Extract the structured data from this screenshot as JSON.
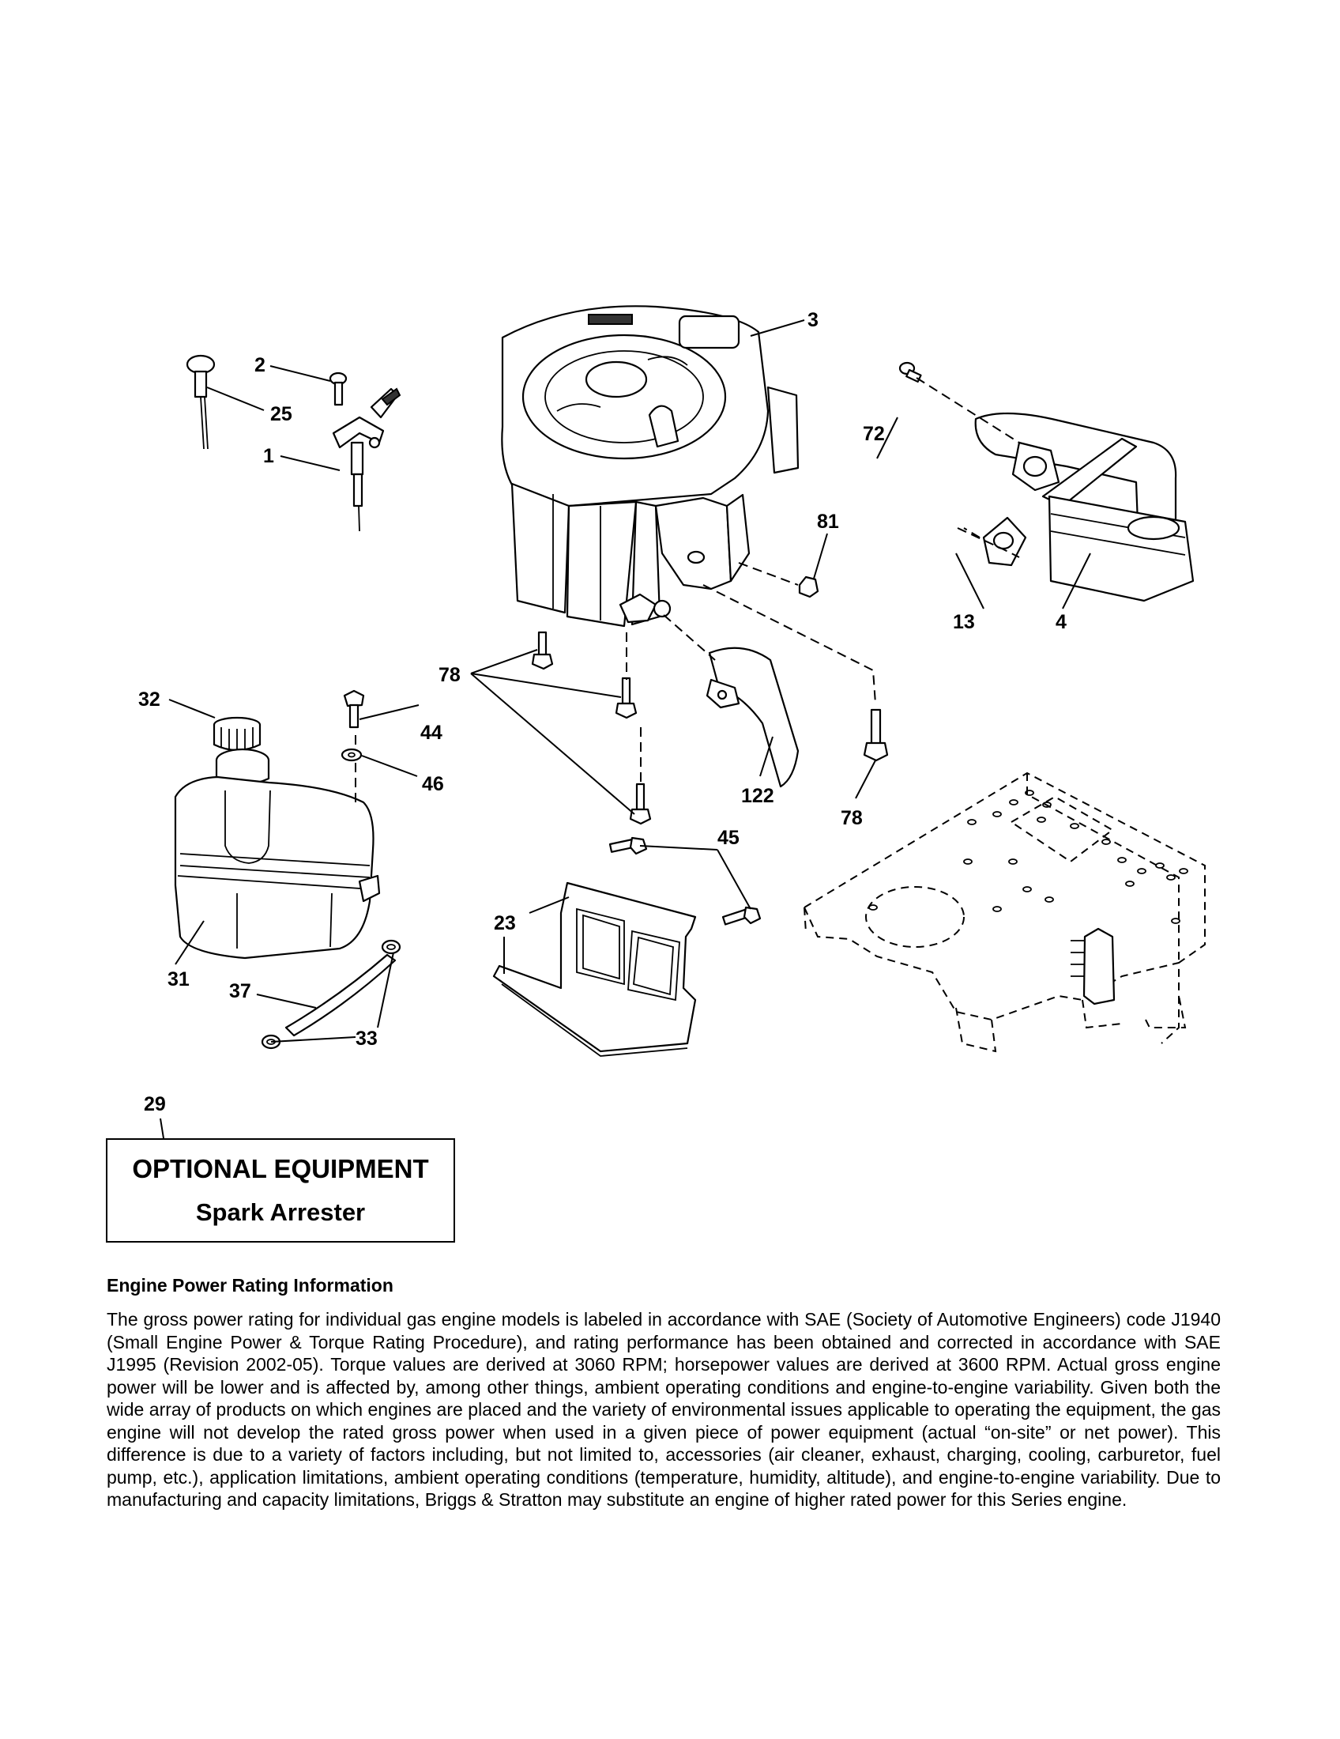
{
  "callouts": {
    "c1": "1",
    "c2": "2",
    "c3": "3",
    "c4": "4",
    "c13": "13",
    "c23": "23",
    "c25": "25",
    "c29": "29",
    "c31": "31",
    "c32": "32",
    "c33": "33",
    "c37": "37",
    "c44": "44",
    "c45": "45",
    "c46": "46",
    "c72": "72",
    "c78a": "78",
    "c78b": "78",
    "c81": "81",
    "c122": "122"
  },
  "optional_equipment": {
    "title": "OPTIONAL EQUIPMENT",
    "item": "Spark Arrester"
  },
  "engine_info": {
    "heading": "Engine Power Rating Information",
    "body": "The gross power rating for individual gas engine models is labeled in accordance with SAE (Society of Automotive Engineers) code J1940 (Small Engine Power & Torque Rating Procedure), and rating performance has been obtained and corrected in accordance with SAE J1995 (Revision 2002-05). Torque values are derived at 3060 RPM; horsepower values are derived at 3600 RPM. Actual gross engine power will be lower and is affected by, among other things, ambient operating conditions and engine-to-engine variability. Given both the wide array of products on which engines are placed and the variety of environmental issues applicable to operating the equipment, the gas engine will not develop the rated gross power when used in a given piece of power equipment (actual “on-site” or net power). This difference is due to a variety of factors including, but not limited to, accessories (air cleaner, exhaust, charging, cooling, carburetor, fuel pump, etc.), application limitations, ambient operating conditions (temperature, humidity, altitude), and engine-to-engine variability. Due to manufacturing and capacity limitations, Briggs & Stratton may substitute an engine of higher rated power for this Series engine."
  }
}
